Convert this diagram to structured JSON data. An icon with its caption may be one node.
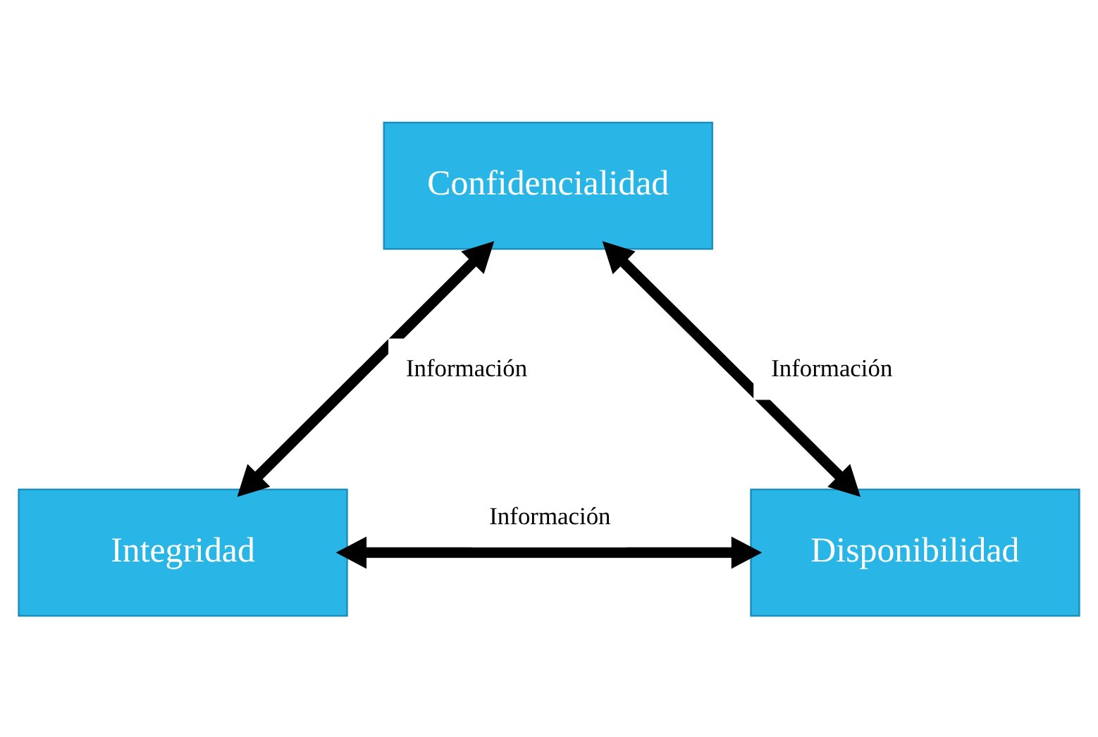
{
  "diagram": {
    "nodes": [
      {
        "text": [
          "Confidencialidad"
        ]
      },
      {
        "text": [
          "Integridad"
        ]
      },
      {
        "text": [
          "Disponibilidad"
        ]
      }
    ],
    "edges": [
      {
        "from": 0,
        "to": 1,
        "arrow": "both",
        "label": "Información"
      },
      {
        "from": 0,
        "to": 2,
        "arrow": "both",
        "label": "Información"
      },
      {
        "from": 1,
        "to": 2,
        "arrow": "both",
        "label": "Información"
      }
    ]
  }
}
